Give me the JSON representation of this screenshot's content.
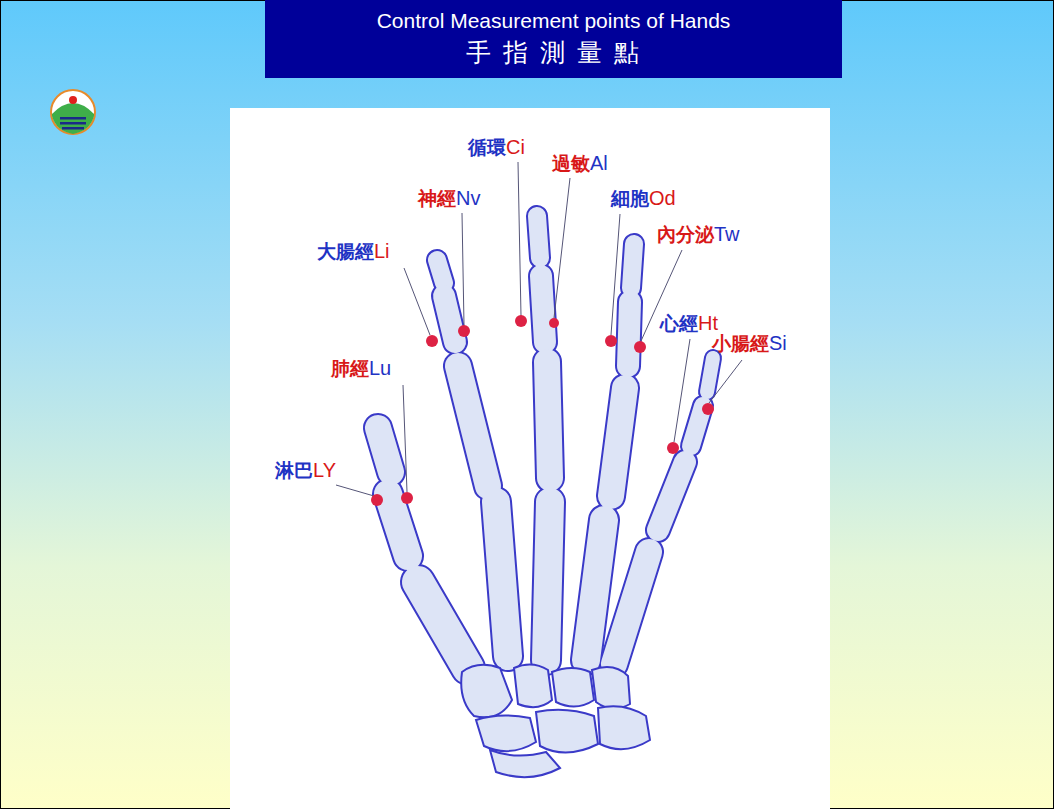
{
  "diagram": {
    "nodes": [
      {
        "text": [
          "Control Measurement points of Hands",
          "手 指 測 量 點"
        ]
      }
    ],
    "labels": [
      "循環",
      "Ci",
      "過敏",
      "Al",
      "神經",
      "Nv",
      "細胞",
      "Od",
      "內分泌",
      "Tw",
      "大腸經",
      "Li",
      "心經",
      "Ht",
      "小腸經",
      "Si",
      "肺經",
      "Lu",
      "淋巴",
      "LY"
    ]
  }
}
